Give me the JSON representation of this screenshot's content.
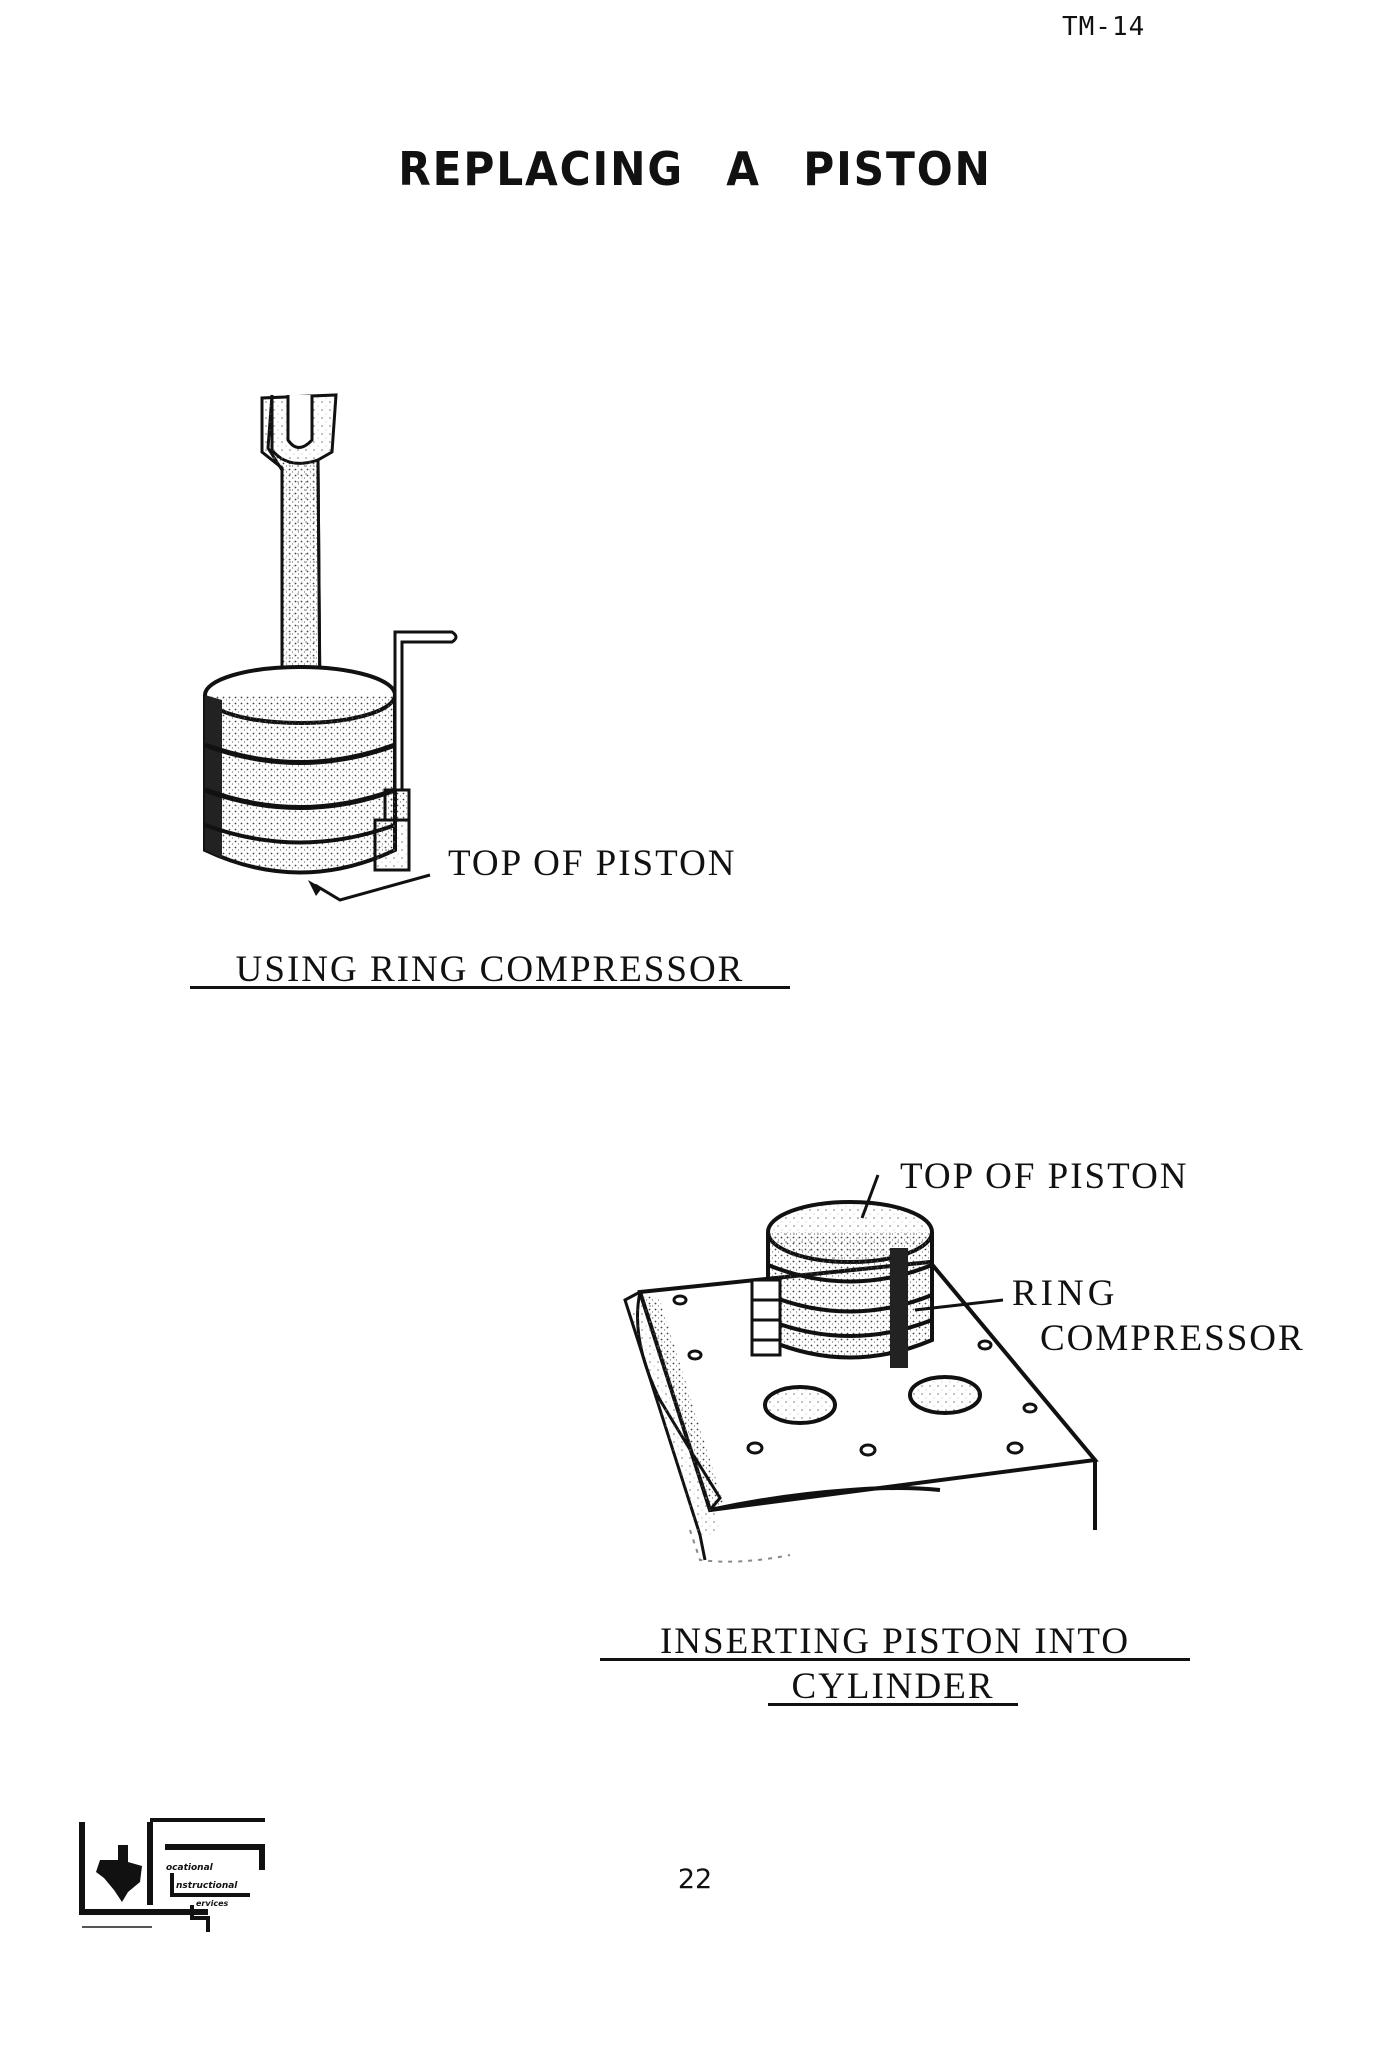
{
  "header": {
    "doc_id": "TM-14"
  },
  "title": "REPLACING A PISTON",
  "figure1": {
    "callout": "TOP OF PISTON",
    "caption": "USING RING COMPRESSOR"
  },
  "figure2": {
    "callout_top": "TOP OF PISTON",
    "callout_ring_line1": "RING",
    "callout_ring_line2": "COMPRESSOR",
    "caption_line1": "INSERTING PISTON INTO",
    "caption_line2": "CYLINDER"
  },
  "footer": {
    "page_number": "22",
    "logo_text": [
      "ocational",
      "nstructional",
      "ervices"
    ]
  }
}
